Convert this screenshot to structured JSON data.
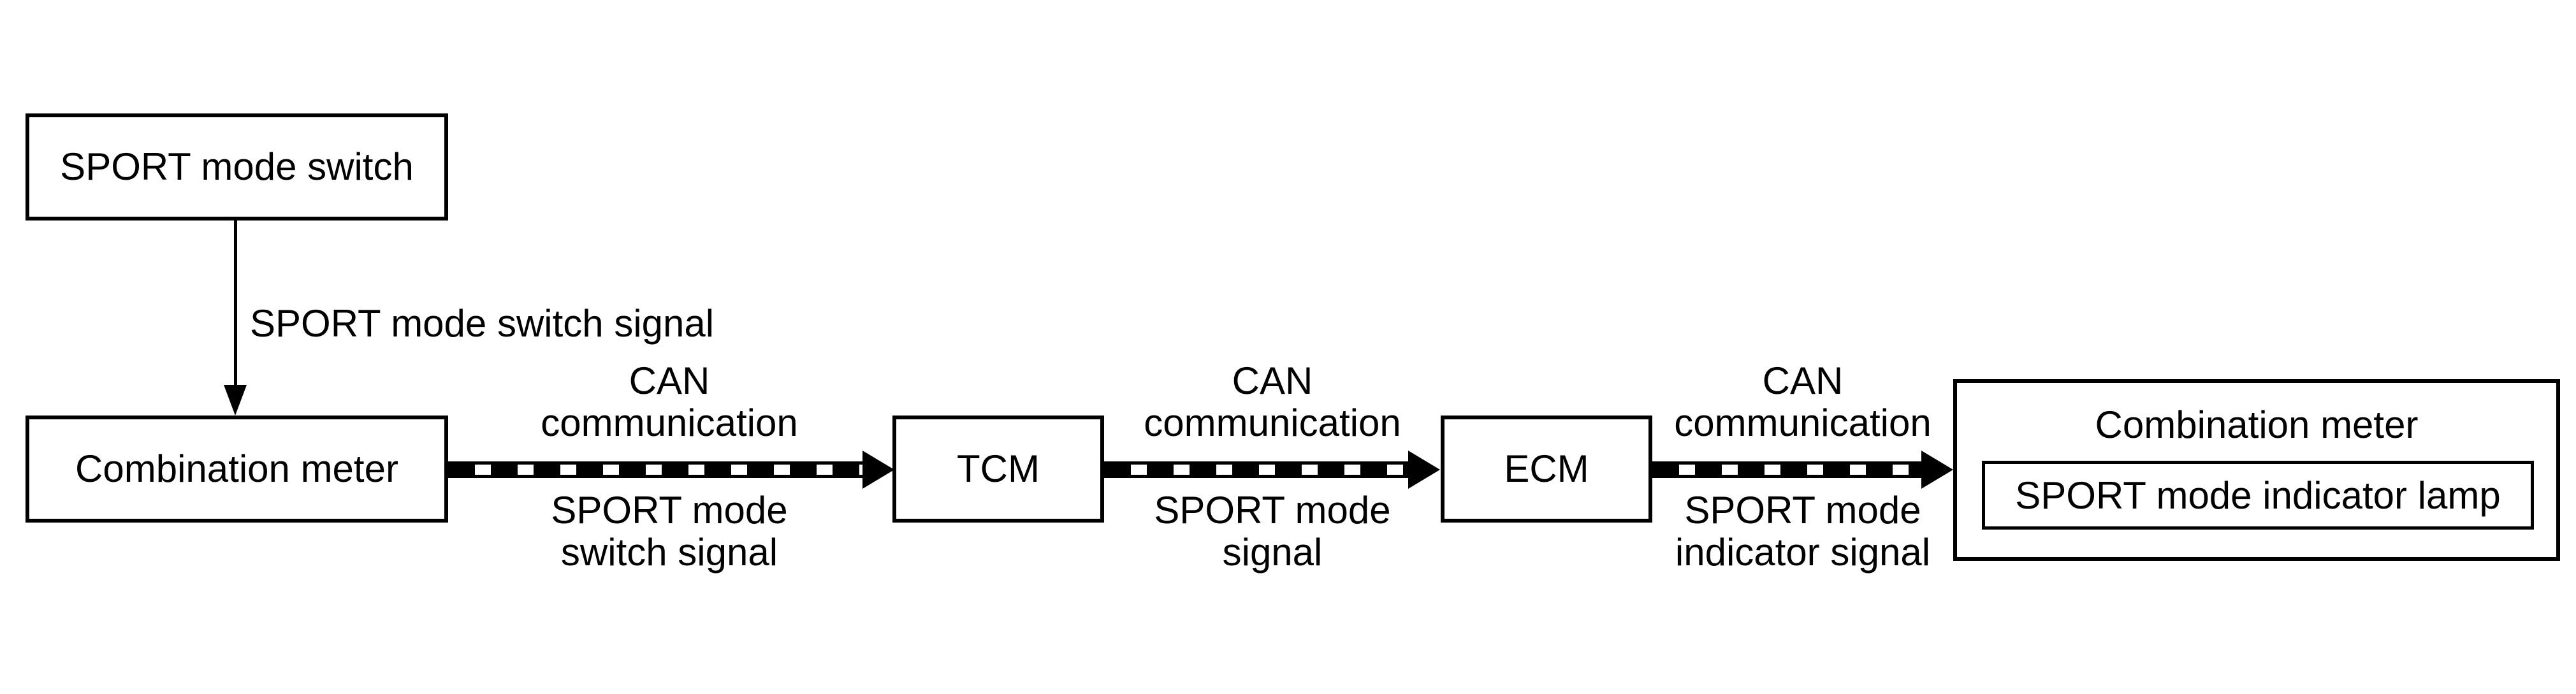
{
  "diagram": {
    "background_color": "#ffffff",
    "line_color": "#000000",
    "nodes": {
      "sport_mode_switch": {
        "label": "SPORT mode switch"
      },
      "combination_meter_left": {
        "label": "Combination meter"
      },
      "tcm": {
        "label": "TCM"
      },
      "ecm": {
        "label": "ECM"
      },
      "combination_meter_right": {
        "label": "Combination meter"
      },
      "sport_mode_indicator_lamp": {
        "label": "SPORT mode indicator lamp"
      }
    },
    "edges": {
      "switch_to_meter": {
        "label": "SPORT mode switch signal",
        "style": "solid-thin-arrow-down"
      },
      "meter_to_tcm": {
        "label_above": "CAN\ncommunication",
        "label_below": "SPORT mode\nswitch signal",
        "style": "thick-dashed-arrow-right"
      },
      "tcm_to_ecm": {
        "label_above": "CAN\ncommunication",
        "label_below": "SPORT mode\nsignal",
        "style": "thick-dashed-arrow-right"
      },
      "ecm_to_meter": {
        "label_above": "CAN\ncommunication",
        "label_below": "SPORT mode\nindicator signal",
        "style": "thick-dashed-arrow-right"
      }
    }
  }
}
